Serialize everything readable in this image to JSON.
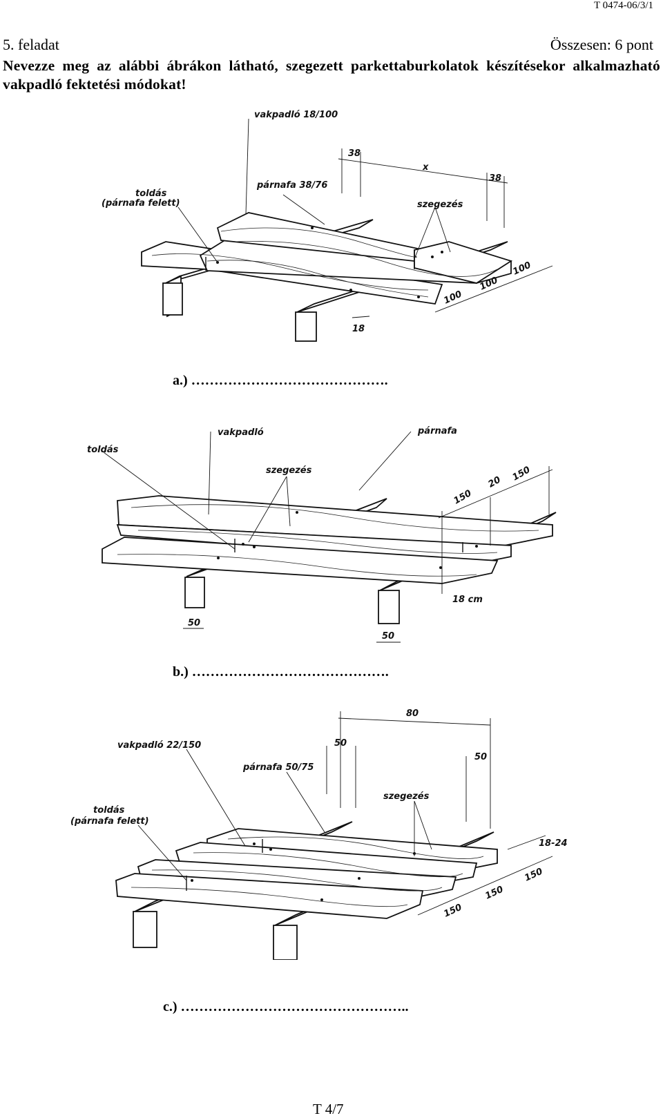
{
  "header": {
    "code": "T 0474-06/3/1"
  },
  "task": {
    "title": "5. feladat",
    "points": "Összesen: 6 pont",
    "question": "Nevezze meg az alábbi ábrákon látható, szegezett parkettaburkolatok készítésekor alkalmazható vakpadló fektetési módokat!"
  },
  "figures": [
    {
      "labels": {
        "vakpadlo": "vakpadló 18/100",
        "parnafa": "párnafa 38/76",
        "toldas": "toldás",
        "toldas_sub": "(párnafa felett)",
        "szegezes": "szegezés"
      },
      "dims": {
        "d38a": "38",
        "dx": "x",
        "d38b": "38",
        "d100a": "100",
        "d100b": "100",
        "d100c": "100",
        "d18": "18"
      },
      "answer_label": "a.)",
      "answer_blank": "……………………………………."
    },
    {
      "labels": {
        "vakpadlo": "vakpadló",
        "parnafa": "párnafa",
        "toldas": "toldás",
        "szegezes": "szegezés"
      },
      "dims": {
        "d150a": "150",
        "d20": "20",
        "d150b": "150",
        "d18cm": "18 cm",
        "d50a": "50",
        "d50b": "50"
      },
      "answer_label": "b.)",
      "answer_blank": "……………………………………."
    },
    {
      "labels": {
        "vakpadlo": "vakpadló 22/150",
        "parnafa": "párnafa 50/75",
        "toldas": "toldás",
        "toldas_sub": "(párnafa felett)",
        "szegezes": "szegezés"
      },
      "dims": {
        "d80": "80",
        "d50a": "50",
        "d50b": "50",
        "d1824": "18-24",
        "d150a": "150",
        "d150b": "150",
        "d150c": "150"
      },
      "answer_label": "c.)",
      "answer_blank": "………………………………………….."
    }
  ],
  "footer": {
    "page_number": "T 4/7"
  }
}
